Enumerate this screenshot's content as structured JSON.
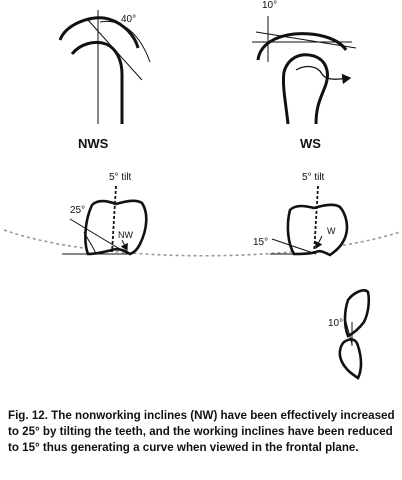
{
  "top_left": {
    "angle": "40°"
  },
  "top_right": {
    "angle": "10°"
  },
  "labels": {
    "nws": "NWS",
    "ws": "WS"
  },
  "bottom_left": {
    "tilt": "5° tilt",
    "angle": "25°",
    "incline": "NW"
  },
  "bottom_right": {
    "tilt": "5° tilt",
    "angle": "15°",
    "incline": "W"
  },
  "small_teeth": {
    "angle": "10°"
  },
  "caption": "Fig. 12. The nonworking inclines (NW) have been effectively increased to 25° by tilting the teeth, and the working inclines have been reduced to 15° thus generating a curve when viewed in the frontal plane."
}
